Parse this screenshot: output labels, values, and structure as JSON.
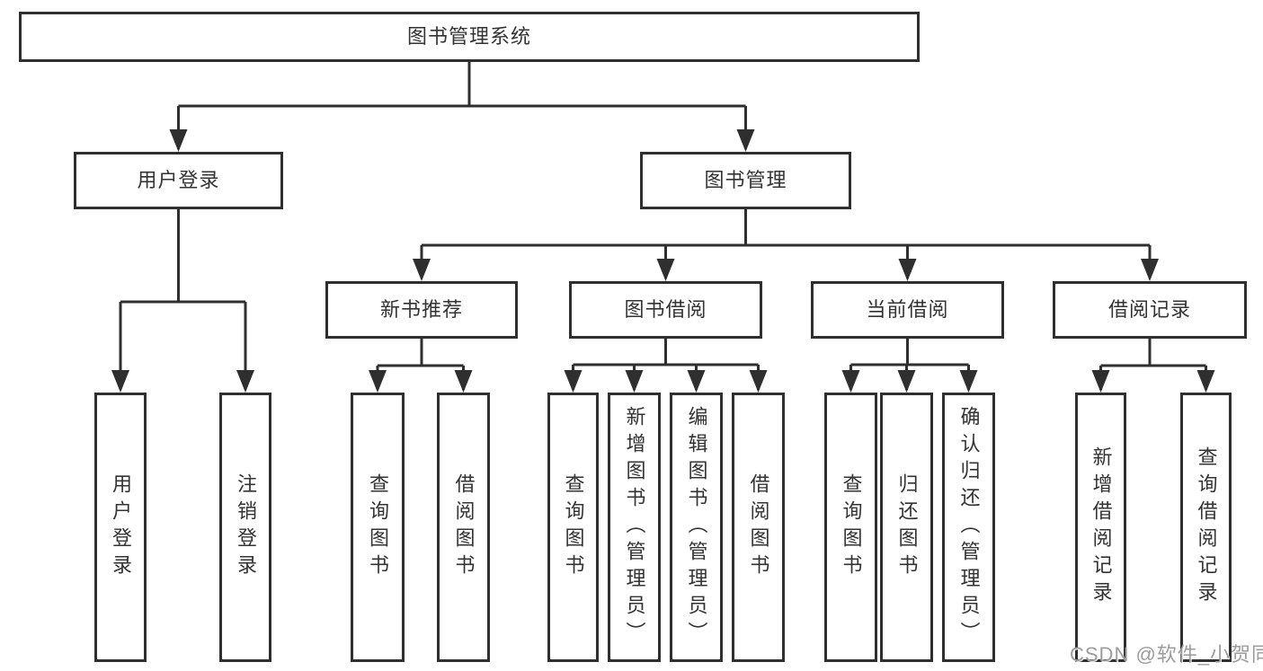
{
  "colors": {
    "background": "#ffffff",
    "line": "#2f2f2f",
    "box_border": "#2f2f2f",
    "box_text": "#333333",
    "watermark_text": "#9c9c9c"
  },
  "diagram": {
    "root": {
      "label": "图书管理系统"
    },
    "branches": [
      {
        "label": "用户登录",
        "children": [
          {
            "label": "用户登录"
          },
          {
            "label": "注销登录"
          }
        ]
      },
      {
        "label": "图书管理",
        "children": [
          {
            "label": "新书推荐",
            "children": [
              {
                "label": "查询图书"
              },
              {
                "label": "借阅图书"
              }
            ]
          },
          {
            "label": "图书借阅",
            "children": [
              {
                "label": "查询图书"
              },
              {
                "label": "新增图书（管理员）"
              },
              {
                "label": "编辑图书（管理员）"
              },
              {
                "label": "借阅图书"
              }
            ]
          },
          {
            "label": "当前借阅",
            "children": [
              {
                "label": "查询图书"
              },
              {
                "label": "归还图书"
              },
              {
                "label": "确认归还（管理员）"
              }
            ]
          },
          {
            "label": "借阅记录",
            "children": [
              {
                "label": "新增借阅记录"
              },
              {
                "label": "查询借阅记录"
              }
            ]
          }
        ]
      }
    ]
  },
  "watermark": {
    "text": "CSDN @软件_小贺同学"
  }
}
